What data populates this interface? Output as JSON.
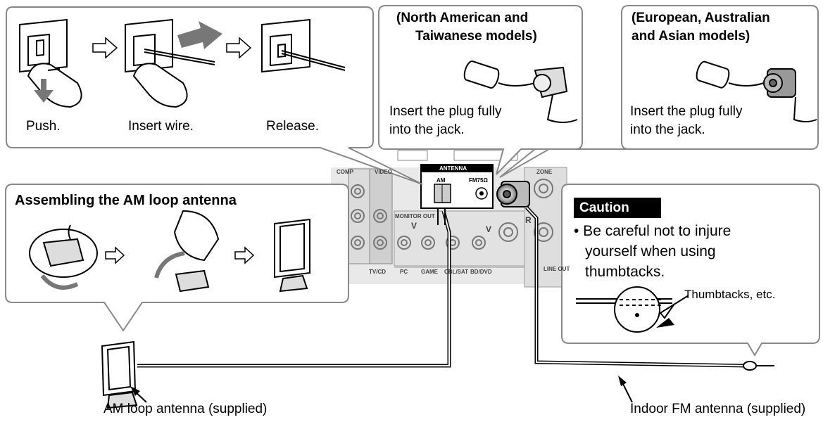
{
  "wire_steps": {
    "push": "Push.",
    "insert": "Insert wire.",
    "release": "Release."
  },
  "na_box": {
    "title_line1": "(North American and",
    "title_line2": "Taiwanese models)",
    "desc_line1": "Insert the plug fully",
    "desc_line2": "into the jack."
  },
  "eu_box": {
    "title_line1": "(European, Australian",
    "title_line2": "and Asian models)",
    "desc_line1": "Insert the plug fully",
    "desc_line2": "into the jack."
  },
  "am_box": {
    "title": "Assembling the AM loop antenna"
  },
  "caution_box": {
    "heading": "Caution",
    "line1": "• Be careful not to injure",
    "line2": "yourself when using",
    "line3": "thumbtacks.",
    "tack_label": "Thumbtacks, etc."
  },
  "panel": {
    "antenna": "ANTENNA",
    "am": "AM",
    "fm": "FM75Ω",
    "monitor_out": "MONITOR OUT",
    "zone": "ZONE",
    "r": "R",
    "v": "V",
    "tv_cd": "TV/CD",
    "pc": "PC",
    "game": "GAME",
    "cbl_sat": "CBL/SAT",
    "bd_dvd": "BD/DVD",
    "line_out": "LINE OUT",
    "comp": "COMP",
    "video": "VIDEO"
  },
  "labels": {
    "am_antenna": "AM loop antenna (supplied)",
    "fm_antenna": "Indoor FM antenna (supplied)"
  }
}
